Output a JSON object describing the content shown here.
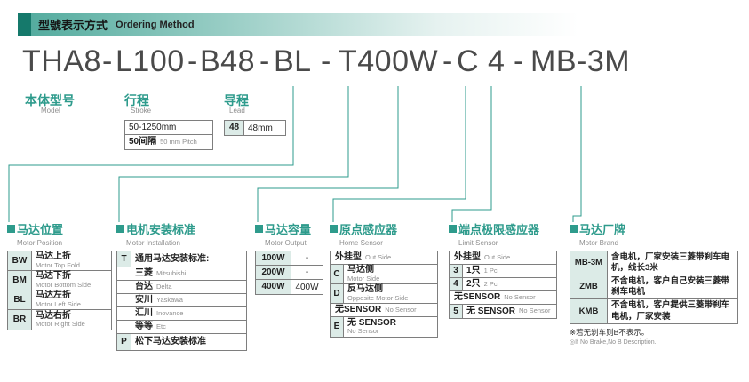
{
  "header": {
    "title_zh": "型號表示方式",
    "title_en": "Ordering Method"
  },
  "model_code": {
    "sep": "-",
    "segments": [
      "THA8",
      "L100",
      "B48",
      "BL",
      "T400W",
      "C 4",
      "MB-3M"
    ]
  },
  "top_sections": {
    "model": {
      "title": "本体型号",
      "subtitle": "Model"
    },
    "stroke": {
      "title": "行程",
      "subtitle": "Stroke",
      "row1": "50-1250mm",
      "row2_zh": "50间隔",
      "row2_en": "50 mm Pitch"
    },
    "lead": {
      "title": "导程",
      "subtitle": "Lead",
      "code": "48",
      "value": "48mm"
    }
  },
  "sections": {
    "motor_position": {
      "title": "马达位置",
      "subtitle": "Motor Position",
      "rows": [
        {
          "code": "BW",
          "zh": "马达上折",
          "en": "Motor Top Fold"
        },
        {
          "code": "BM",
          "zh": "马达下折",
          "en": "Motor Bottom Side"
        },
        {
          "code": "BL",
          "zh": "马达左折",
          "en": "Motor Left Side"
        },
        {
          "code": "BR",
          "zh": "马达右折",
          "en": "Motor Right Side"
        }
      ]
    },
    "motor_installation": {
      "title": "电机安装标准",
      "subtitle": "Motor Installation",
      "rows": [
        {
          "code": "T",
          "zh": "通用马达安装标准:",
          "en": ""
        },
        {
          "code": "",
          "zh": "三菱",
          "en": "Mitsubishi"
        },
        {
          "code": "",
          "zh": "台达",
          "en": "Delta"
        },
        {
          "code": "",
          "zh": "安川",
          "en": "Yaskawa"
        },
        {
          "code": "",
          "zh": "汇川",
          "en": "Inovance"
        },
        {
          "code": "",
          "zh": "等等",
          "en": "Etc"
        },
        {
          "code": "P",
          "zh": "松下马达安装标准",
          "en": ""
        }
      ]
    },
    "motor_output": {
      "title": "马达容量",
      "subtitle": "Motor Output",
      "rows": [
        {
          "code": "100W",
          "value": "-"
        },
        {
          "code": "200W",
          "value": "-"
        },
        {
          "code": "400W",
          "value": "400W"
        }
      ]
    },
    "home_sensor": {
      "title": "原点感应器",
      "subtitle": "Home Sensor",
      "group1_zh": "外挂型",
      "group1_en": "Out Side",
      "rows1": [
        {
          "code": "C",
          "zh": "马达侧",
          "en": "Motor Side"
        },
        {
          "code": "D",
          "zh": "反马达侧",
          "en": "Opposite Motor Side"
        }
      ],
      "group2_zh": "无SENSOR",
      "group2_en": "No Sensor",
      "rows2": [
        {
          "code": "E",
          "zh": "无 SENSOR",
          "en": "No Sensor"
        }
      ]
    },
    "limit_sensor": {
      "title": "端点极限感应器",
      "subtitle": "Limit Sensor",
      "group1_zh": "外挂型",
      "group1_en": "Out Side",
      "rows1": [
        {
          "code": "3",
          "zh": "1只",
          "en": "1 Pc"
        },
        {
          "code": "4",
          "zh": "2只",
          "en": "2 Pc"
        }
      ],
      "group2_zh": "无SENSOR",
      "group2_en": "No Sensor",
      "rows2": [
        {
          "code": "5",
          "zh": "无 SENSOR",
          "en": "No Sensor"
        }
      ]
    },
    "motor_brand": {
      "title": "马达厂牌",
      "subtitle": "Motor Brand",
      "rows": [
        {
          "code": "MB-3M",
          "zh": "含电机，厂家安装三菱带刹车电机，线长3米"
        },
        {
          "code": "ZMB",
          "zh": "不含电机，客户自己安装三菱带刹车电机"
        },
        {
          "code": "KMB",
          "zh": "不含电机，客户提供三菱带刹车电机，厂家安装"
        }
      ],
      "note_zh": "※若无刹车则B不表示。",
      "note_en": "◎If No Brake,No B Description."
    }
  },
  "colors": {
    "teal": "#2e9b8c",
    "teal_dark": "#15796b",
    "code_bg": "#dcebe7"
  }
}
